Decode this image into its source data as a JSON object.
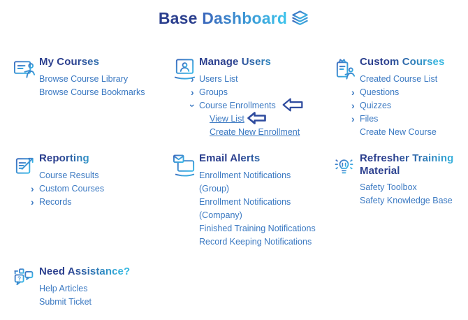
{
  "colors": {
    "navy": "#2b3f8e",
    "cyan": "#35b6e0",
    "link_blue": "#3b79c2",
    "arrow_navy": "#2e4b9e"
  },
  "icons": {
    "chevron_right": "›",
    "chevron_down": "›",
    "question_mark": "?"
  },
  "header": {
    "title_primary": "Base ",
    "title_secondary": "Dashboard"
  },
  "sections": {
    "my_courses": {
      "title": "My Courses",
      "items": [
        {
          "label": "Browse Course Library"
        },
        {
          "label": "Browse Course Bookmarks"
        }
      ]
    },
    "manage_users": {
      "title": "Manage Users",
      "items": [
        {
          "label": "Users List"
        },
        {
          "label": "Groups"
        },
        {
          "label": "Course Enrollments"
        }
      ],
      "subitems": [
        {
          "label": "View List"
        },
        {
          "label": "Create New Enrollment"
        }
      ]
    },
    "custom_courses": {
      "title": "Custom Courses",
      "items": [
        {
          "label": "Created Course List"
        },
        {
          "label": "Questions"
        },
        {
          "label": "Quizzes"
        },
        {
          "label": "Files"
        },
        {
          "label": "Create New Course"
        }
      ]
    },
    "reporting": {
      "title": "Reporting",
      "items": [
        {
          "label": "Course Results"
        },
        {
          "label": "Custom Courses"
        },
        {
          "label": "Records"
        }
      ]
    },
    "email_alerts": {
      "title": "Email Alerts",
      "items": [
        {
          "line1": "Enrollment Notifications",
          "line2": "(Group)"
        },
        {
          "line1": "Enrollment Notifications",
          "line2": "(Company)"
        },
        {
          "line1": "Finished Training Notifications",
          "line2": ""
        },
        {
          "line1": "Record Keeping Notifications",
          "line2": ""
        }
      ]
    },
    "refresher": {
      "title": "Refresher Training Material",
      "items": [
        {
          "label": "Safety Toolbox"
        },
        {
          "label": "Safety Knowledge Base"
        }
      ]
    },
    "need_assistance": {
      "title": "Need Assistance?",
      "items": [
        {
          "label": "Help Articles"
        },
        {
          "label": "Submit Ticket"
        }
      ]
    }
  }
}
